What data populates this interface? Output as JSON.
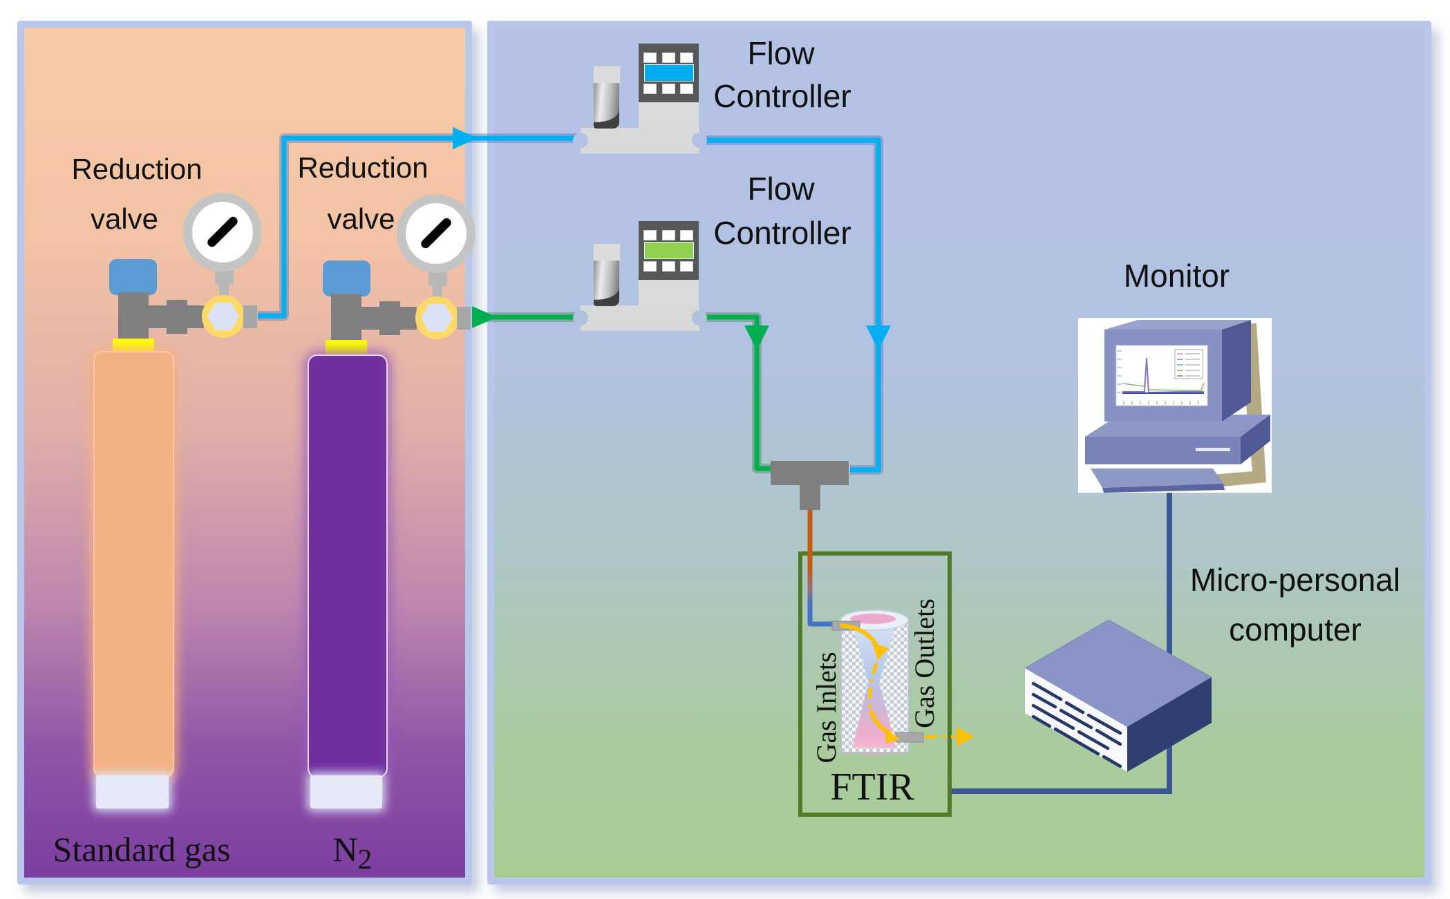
{
  "left_panel": {
    "valves": [
      {
        "line1": "Reduction",
        "line2": "valve"
      },
      {
        "line1": "Reduction",
        "line2": "valve"
      }
    ],
    "cylinders": [
      {
        "label": "Standard gas"
      },
      {
        "base": "N",
        "sub": "2"
      }
    ]
  },
  "right_panel": {
    "flow_controllers": [
      {
        "line1": "Flow",
        "line2": "Controller"
      },
      {
        "line1": "Flow",
        "line2": "Controller"
      }
    ],
    "monitor_label": "Monitor",
    "computer_label": {
      "line1": "Micro-personal",
      "line2": "computer"
    },
    "ftir": {
      "label": "FTIR",
      "inlet_label": "Gas Inlets",
      "outlet_label": "Gas Outlets"
    }
  },
  "colors": {
    "panel_border": "#B9C7EC",
    "blue_line": "#00B0F0",
    "green_line": "#00B050",
    "orange_line": "#C55A11",
    "steel_blue_line": "#4472C4",
    "yellow_flow": "#FFC000",
    "connector_blue": "#3A5795",
    "standard_gas_cylinder": "#F4B183",
    "n2_cylinder": "#7030A0",
    "valve_knob": "#5B9BD5",
    "valve_fitting": "#FFD966",
    "cylinder_neck": "#FFFF00",
    "fc_display_blue": "#00AEEF",
    "fc_display_green": "#92D050",
    "ftir_border": "#4F7A28"
  }
}
